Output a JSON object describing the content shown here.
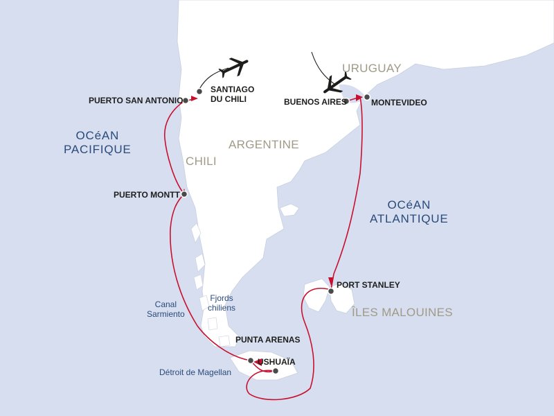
{
  "colors": {
    "ocean": "#d6def0",
    "land": "#ffffff",
    "route": "#c8102e",
    "port_dot": "#4a4a4a",
    "ocean_label": "#2b4a7a",
    "country_label": "#a09a86"
  },
  "oceans": {
    "pacific_line1": "OCéAN",
    "pacific_line2": "PACIFIQUE",
    "atlantic_line1": "OCéAN",
    "atlantic_line2": "ATLANTIQUE"
  },
  "countries": {
    "uruguay": "URUGUAY",
    "argentine": "ARGENTINE",
    "chili": "CHILI",
    "malouines": "ÎLES MALOUINES"
  },
  "cities": {
    "puerto_san_antonio": "PUERTO SAN ANTONIO",
    "santiago_line1": "SANTIAGO",
    "santiago_line2": "DU CHILI",
    "buenos_aires": "BUENOS AIRES",
    "montevideo": "MONTEVIDEO",
    "puerto_montt": "PUERTO MONTT",
    "port_stanley": "PORT STANLEY",
    "punta_arenas": "PUNTA ARENAS",
    "ushuaia": "USHUAÏA"
  },
  "features": {
    "canal_line1": "Canal",
    "canal_line2": "Sarmiento",
    "fjords_line1": "Fjords",
    "fjords_line2": "chiliens",
    "detroit": "Détroit de Magellan"
  },
  "icons": [
    "airplane-icon",
    "airplane-icon"
  ]
}
